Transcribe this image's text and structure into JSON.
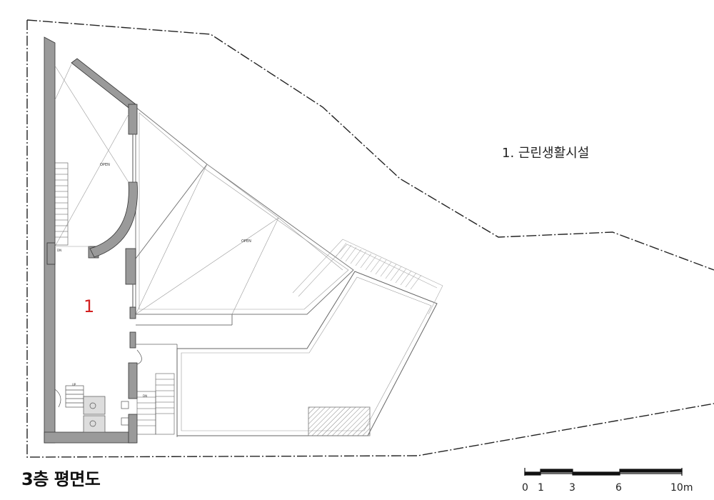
{
  "title": "3층 평면도",
  "legend": "1. 근린생활시설",
  "room_number": "1",
  "labels": {
    "open_a": "OPEN",
    "open_b": "OPEN",
    "dn_main": "DN",
    "up_toilet": "UP",
    "dn_stair": "DN"
  },
  "scale": {
    "ticks": [
      "0",
      "1",
      "3",
      "6",
      "10m"
    ]
  },
  "colors": {
    "wall_fill": "#9a9a9a",
    "line": "#555555",
    "room_number": "#d32020"
  }
}
